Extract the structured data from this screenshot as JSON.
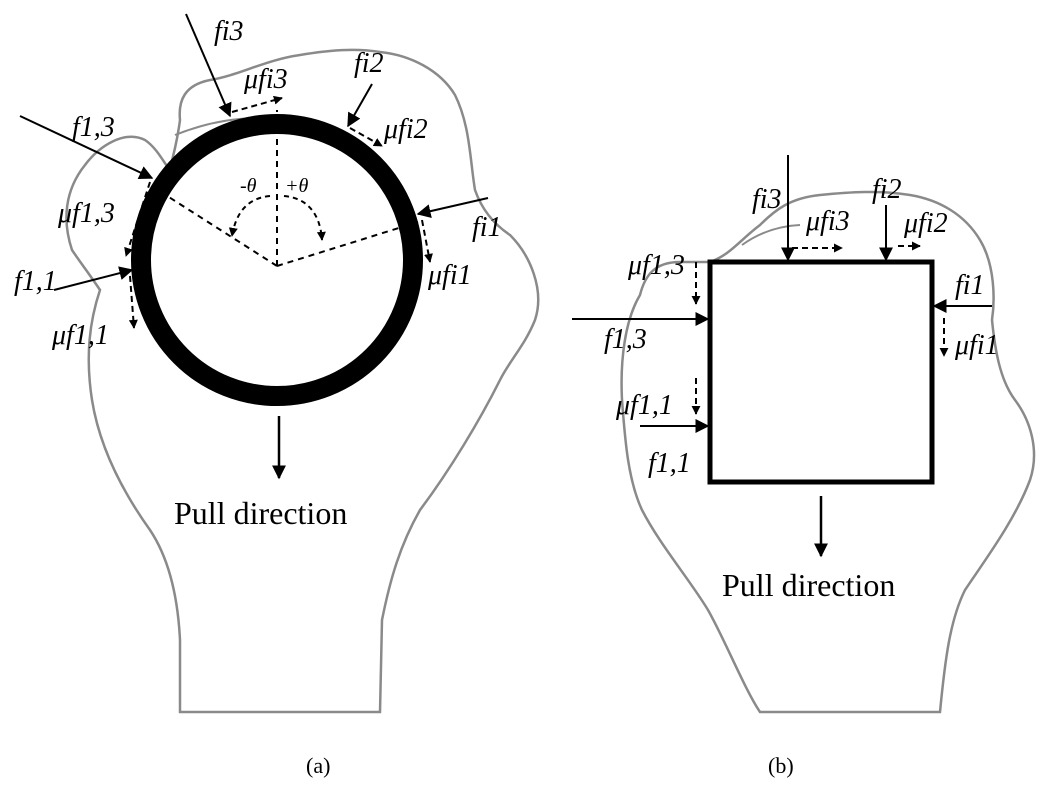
{
  "panel_a": {
    "caption": "(a)",
    "pull_label": "Pull direction",
    "angle_neg": "-θ",
    "angle_pos": "+θ",
    "labels": {
      "fi3": "fi3",
      "mu_fi3": "μfi3",
      "fi2": "fi2",
      "mu_fi2": "μfi2",
      "f13": "f1,3",
      "mu_f13": "μf1,3",
      "f11": "f1,1",
      "mu_f11": "μf1,1",
      "fi1": "fi1",
      "mu_fi1": "μfi1"
    }
  },
  "panel_b": {
    "caption": "(b)",
    "pull_label": "Pull direction",
    "labels": {
      "fi3": "fi3",
      "mu_fi3": "μfi3",
      "fi2": "fi2",
      "mu_fi2": "μfi2",
      "mu_f13": "μf1,3",
      "f13": "f1,3",
      "mu_f11": "μf1,1",
      "f11": "f1,1",
      "fi1": "fi1",
      "mu_fi1": "μfi1"
    }
  },
  "colors": {
    "outline": "#8a8a8a",
    "ink": "#000000"
  }
}
